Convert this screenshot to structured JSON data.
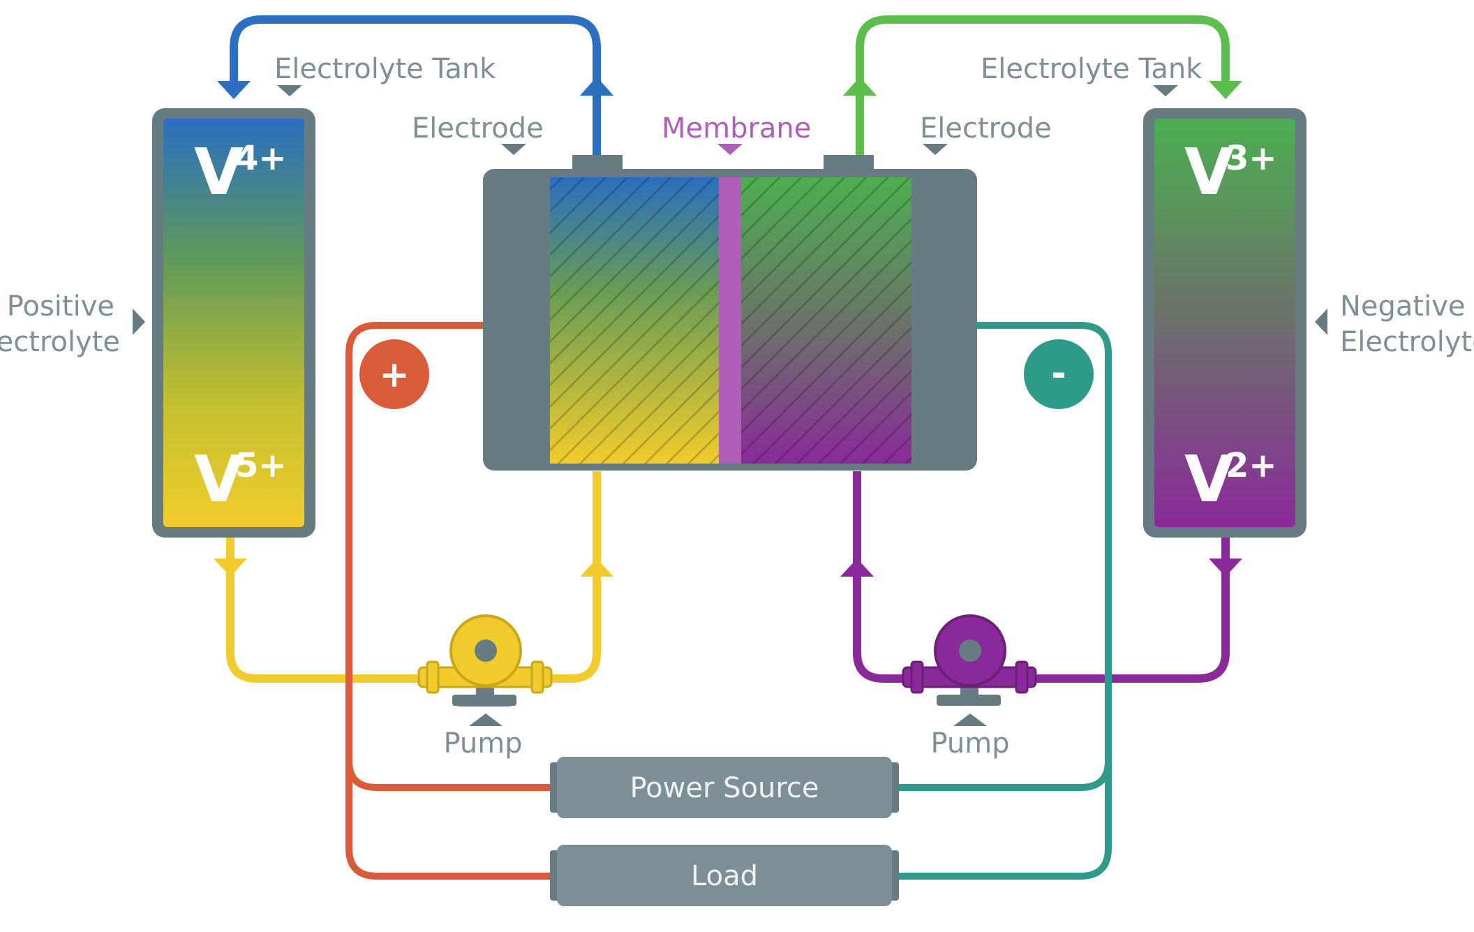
{
  "labels": {
    "tank_left": "Electrolyte Tank",
    "tank_right": "Electrolyte Tank",
    "electrode_left": "Electrode",
    "electrode_right": "Electrode",
    "membrane": "Membrane",
    "positive_line1": "Positive",
    "positive_line2": "Electrolyte",
    "negative_line1": "Negative",
    "negative_line2": "Electrolyte",
    "pump_left": "Pump",
    "pump_right": "Pump",
    "power_source": "Power Source",
    "load": "Load",
    "plus_sign": "+",
    "minus_sign": "-"
  },
  "ions": {
    "left_top": {
      "base": "V",
      "charge": "4+"
    },
    "left_bottom": {
      "base": "V",
      "charge": "5+"
    },
    "right_top": {
      "base": "V",
      "charge": "3+"
    },
    "right_bottom": {
      "base": "V",
      "charge": "2+"
    }
  },
  "colors": {
    "blue": "#2a6fc0",
    "yellow": "#f2cc2c",
    "green": "#4caf50",
    "purple": "#8a2a9a",
    "red": "#d95b3a",
    "teal": "#2e9a8a",
    "gray": "#667b82",
    "membrane": "#b05fb8"
  }
}
